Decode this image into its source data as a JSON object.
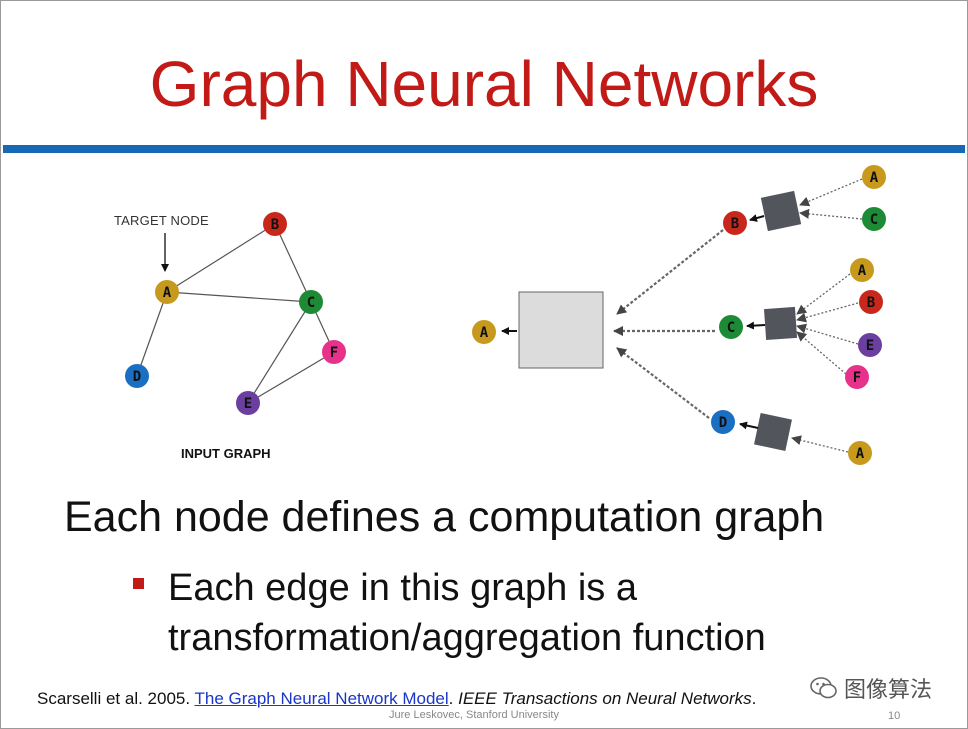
{
  "slide": {
    "title": "Graph Neural Networks",
    "main_point": "Each node defines a computation graph",
    "sub_point": "Each edge in this graph is a transformation/aggregation function",
    "citation": {
      "prefix": "Scarselli et al. 2005. ",
      "link": "The Graph Neural Network Model",
      "period": ". ",
      "journal": "IEEE Transactions on Neural Networks",
      "suffix": "."
    },
    "footer": "Jure Leskovec, Stanford University",
    "page_number": "10",
    "watermark": "图像算法"
  },
  "input_graph": {
    "target_label": "TARGET NODE",
    "caption": "INPUT GRAPH",
    "nodes": [
      "A",
      "B",
      "C",
      "D",
      "E",
      "F"
    ],
    "edges": [
      [
        "A",
        "B"
      ],
      [
        "A",
        "C"
      ],
      [
        "A",
        "D"
      ],
      [
        "B",
        "C"
      ],
      [
        "C",
        "E"
      ],
      [
        "C",
        "F"
      ],
      [
        "E",
        "F"
      ]
    ]
  },
  "computation_graph": {
    "root": "A",
    "level1": [
      "B",
      "C",
      "D"
    ],
    "neighbors": {
      "B": [
        "A",
        "C"
      ],
      "C": [
        "A",
        "B",
        "E",
        "F"
      ],
      "D": [
        "A"
      ]
    }
  },
  "colors": {
    "title": "#c21b17",
    "rule": "#1768b5",
    "A": "#c79a1e",
    "B": "#c8281c",
    "C": "#1d8a35",
    "D": "#1b6fc2",
    "E": "#6b3fa0",
    "F": "#e8318a",
    "aggregator": "#52565c",
    "big_box": "#dcdcdc"
  }
}
